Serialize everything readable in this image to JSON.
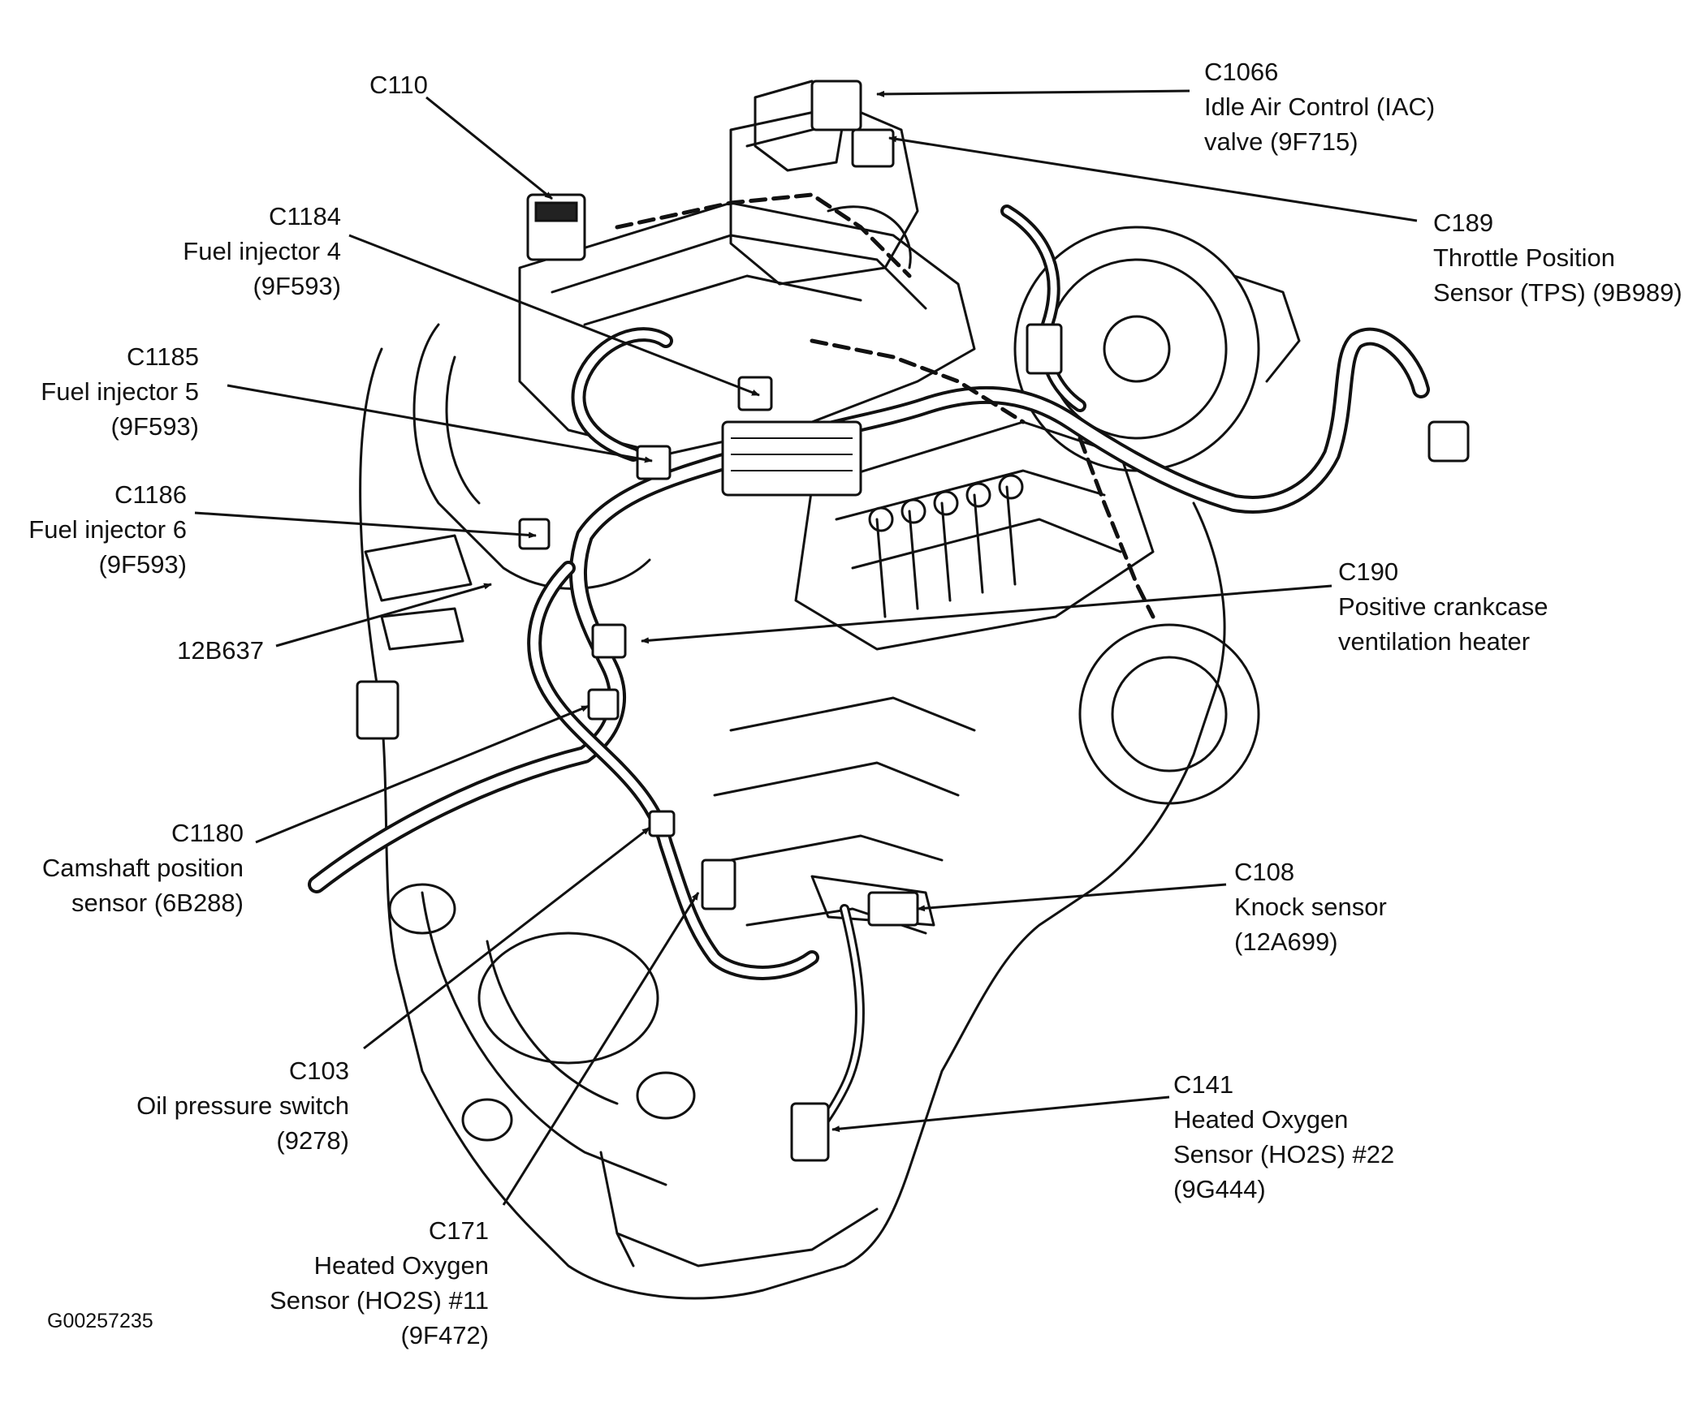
{
  "figure_id": "G00257235",
  "callouts": [
    {
      "id": "c110",
      "lines": [
        "C110"
      ]
    },
    {
      "id": "c1066",
      "lines": [
        "C1066",
        "Idle Air Control (IAC)",
        "valve (9F715)"
      ]
    },
    {
      "id": "c1184",
      "lines": [
        "C1184",
        "Fuel injector 4",
        "(9F593)"
      ]
    },
    {
      "id": "c189",
      "lines": [
        "C189",
        "Throttle Position",
        "Sensor (TPS) (9B989)"
      ]
    },
    {
      "id": "c1185",
      "lines": [
        "C1185",
        "Fuel injector 5",
        "(9F593)"
      ]
    },
    {
      "id": "c1186",
      "lines": [
        "C1186",
        "Fuel injector 6",
        "(9F593)"
      ]
    },
    {
      "id": "c190",
      "lines": [
        "C190",
        "Positive crankcase",
        "ventilation heater"
      ]
    },
    {
      "id": "p12b637",
      "lines": [
        "12B637"
      ]
    },
    {
      "id": "c1180",
      "lines": [
        "C1180",
        "Camshaft position",
        "sensor (6B288)"
      ]
    },
    {
      "id": "c108",
      "lines": [
        "C108",
        "Knock sensor",
        "(12A699)"
      ]
    },
    {
      "id": "c103",
      "lines": [
        "C103",
        "Oil pressure switch",
        "(9278)"
      ]
    },
    {
      "id": "c141",
      "lines": [
        "C141",
        "Heated Oxygen",
        "Sensor (HO2S) #22",
        "(9G444)"
      ]
    },
    {
      "id": "c171",
      "lines": [
        "C171",
        "Heated Oxygen",
        "Sensor (HO2S) #11",
        "(9F472)"
      ]
    }
  ]
}
